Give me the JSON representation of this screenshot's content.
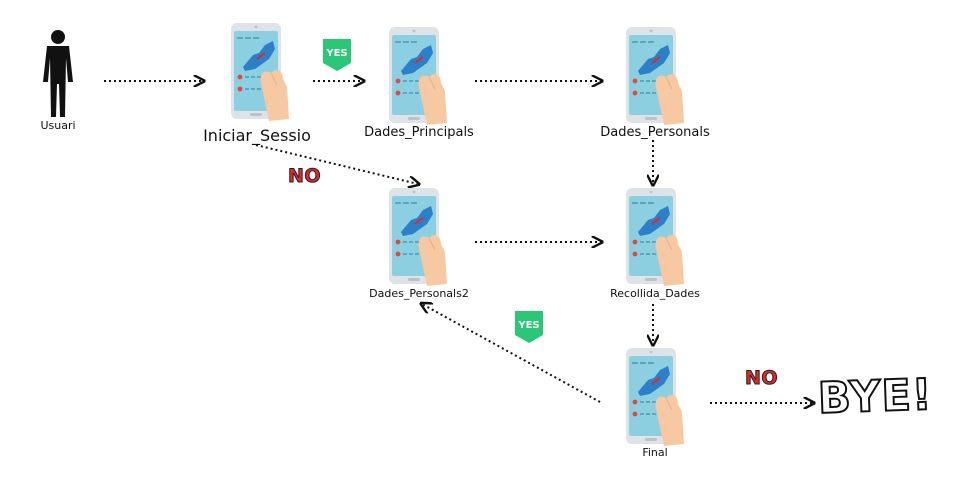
{
  "actor": {
    "label": "Usuari"
  },
  "screens": {
    "iniciar_sessio": {
      "label": "Iniciar_Sessio"
    },
    "dades_principals": {
      "label": "Dades_Principals"
    },
    "dades_personals": {
      "label": "Dades_Personals"
    },
    "dades_personals2": {
      "label": "Dades_Personals2"
    },
    "recollida_dades": {
      "label": "Recollida_Dades"
    },
    "final": {
      "label": "Final"
    }
  },
  "badges": {
    "yes_top": "YES",
    "yes_bottom": "YES",
    "no_middle": "NO",
    "no_right": "NO"
  },
  "end": {
    "label": "BYE!"
  },
  "colors": {
    "phone_screen": "#8ccfe0",
    "phone_frame": "#dde3e6",
    "hand": "#f7c9a3",
    "shoe": "#2b80c8",
    "yes_badge": "#29c776",
    "no_text": "#e8242c",
    "arrow": "#111111"
  }
}
